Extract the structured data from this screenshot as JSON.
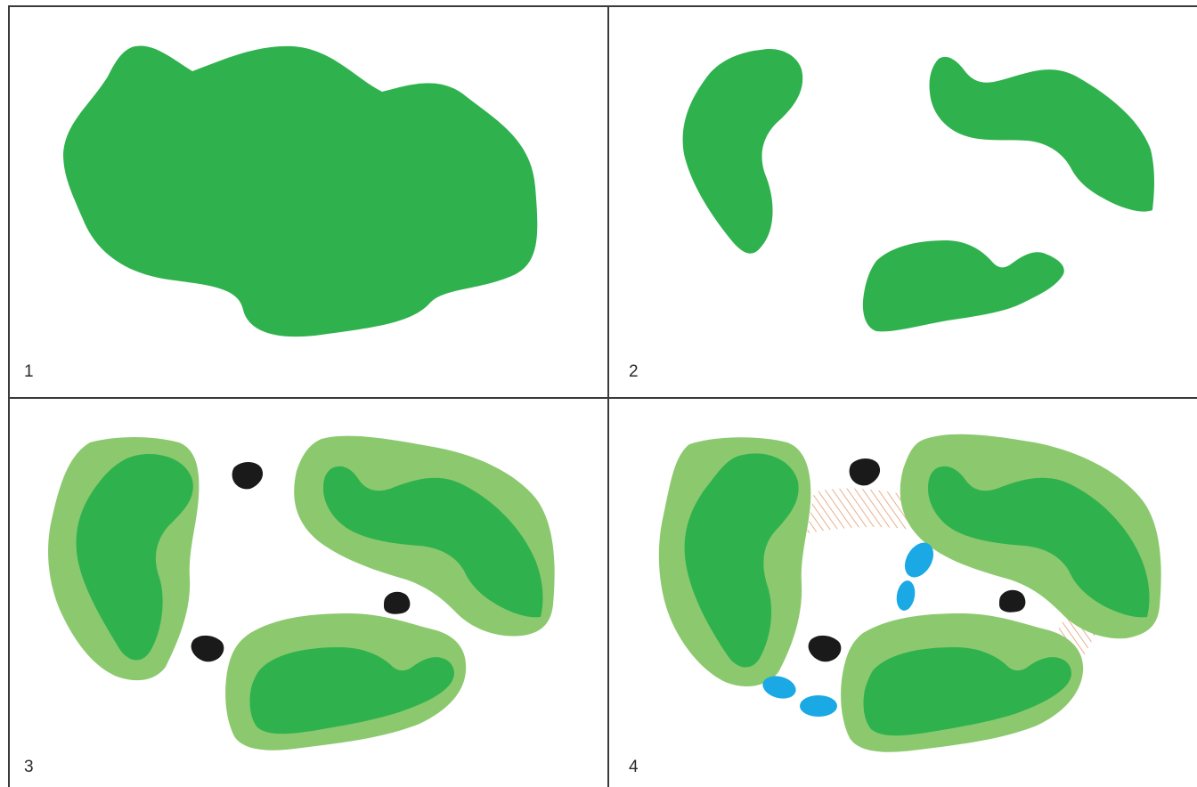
{
  "panels": [
    {
      "label": "1"
    },
    {
      "label": "2"
    },
    {
      "label": "3"
    },
    {
      "label": "4"
    }
  ],
  "colors": {
    "habitat_core": "#2fb24e",
    "habitat_buffer": "#8cc96e",
    "settlement": "#1b1a1a",
    "water": "#1aa9e4",
    "corridor_hatch": "#e8b08f",
    "frame": "#3a3a3a"
  }
}
